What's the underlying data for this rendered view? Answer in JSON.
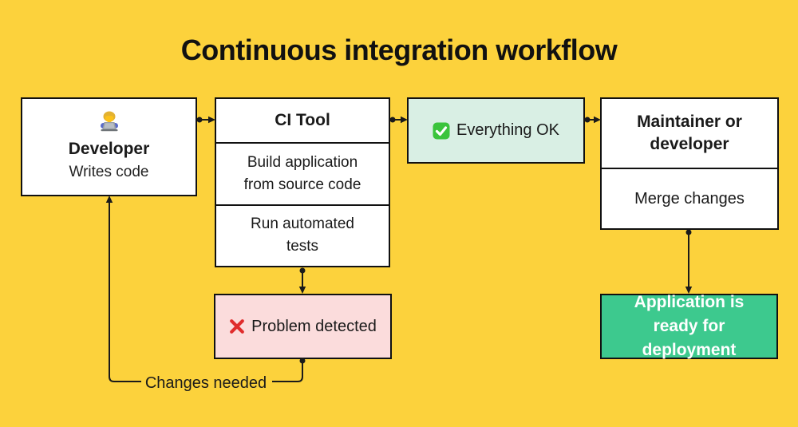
{
  "page": {
    "title": "Continuous integration workflow",
    "background_color": "#FCD23C",
    "line_color": "#1a1a1a"
  },
  "nodes": {
    "developer": {
      "icon": "person-technologist-emoji",
      "title": "Developer",
      "subtitle": "Writes code"
    },
    "ci_tool": {
      "title": "CI Tool",
      "steps": [
        "Build application from source code",
        "Run automated tests"
      ]
    },
    "everything_ok": {
      "icon": "check-mark-emoji",
      "label": "Everything OK",
      "background_color": "#D9EFE4"
    },
    "maintainer": {
      "title": "Maintainer or developer",
      "subtitle": "Merge changes"
    },
    "problem_detected": {
      "icon": "cross-mark-emoji",
      "label": "Problem detected",
      "background_color": "#FBDCDC"
    },
    "deployment": {
      "label": "Application is ready for deployment",
      "background_color": "#3DC98E",
      "text_color": "#ffffff"
    }
  },
  "edges": {
    "changes_needed_label": "Changes needed"
  }
}
